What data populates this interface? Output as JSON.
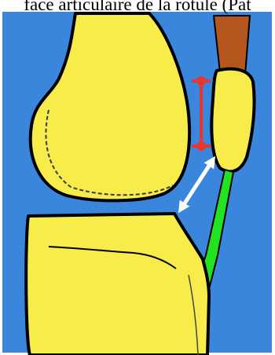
{
  "caption": {
    "text": "face articulaire de la rotule (Pat"
  },
  "colors": {
    "background": "#3a86dc",
    "bone_fill": "#f8ec4a",
    "outline": "#000000",
    "quadriceps_tendon": "#b5561e",
    "patellar_ligament": "#22e322",
    "height_marker": "#e8352e",
    "distance_arrow": "#ffffff"
  },
  "structures": [
    {
      "name": "femur",
      "icon": "femur-shape"
    },
    {
      "name": "patella",
      "icon": "patella-shape"
    },
    {
      "name": "tibia",
      "icon": "tibia-shape"
    },
    {
      "name": "quadriceps-tendon",
      "icon": "tendon-band"
    },
    {
      "name": "patellar-ligament",
      "icon": "ligament-band"
    },
    {
      "name": "patella-height-marker",
      "icon": "double-headed-red-bar"
    },
    {
      "name": "patella-tibia-distance-arrow",
      "icon": "double-headed-white-arrow"
    }
  ]
}
